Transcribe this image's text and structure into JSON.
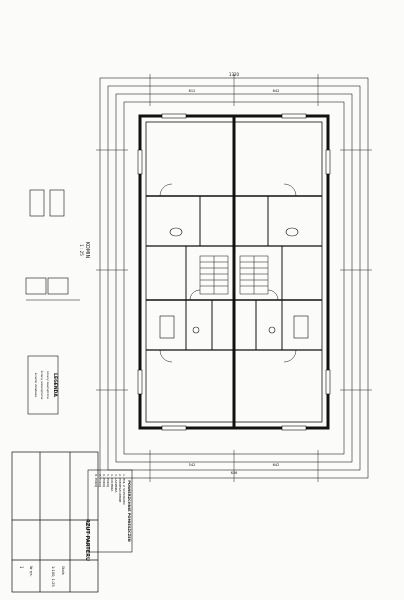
{
  "drawing": {
    "dims_top": [
      "1320",
      "612",
      "642"
    ],
    "dims_bottom": [
      "542",
      "636",
      "642"
    ],
    "room_schedule": {
      "title": "POWIERZCHNIE POMIESZCZEŃ",
      "items": [
        "1. HOL Z SCHODAMI",
        "2. POMIESZCZENIE",
        "3. ŁAZIENKA",
        "4. KUCHNIA",
        "5. POKÓJ",
        "6. POKÓJ",
        "7. POKÓJ",
        "8. POKÓJ"
      ]
    },
    "legend": {
      "title": "LEGENDA",
      "lines": [
        "ściany zewnętrzne",
        "ściany wewnętrzne",
        "ścianki działowe"
      ]
    },
    "chimney": {
      "title": "KOMIN",
      "scale": "1 : 25"
    },
    "title_block": {
      "scale_label": "Skala",
      "scale_value": "1:100, 1:25",
      "sheet_label": "Nr rys.",
      "sheet_value": "1",
      "drawing_title": "RZUT PARTERU"
    }
  }
}
